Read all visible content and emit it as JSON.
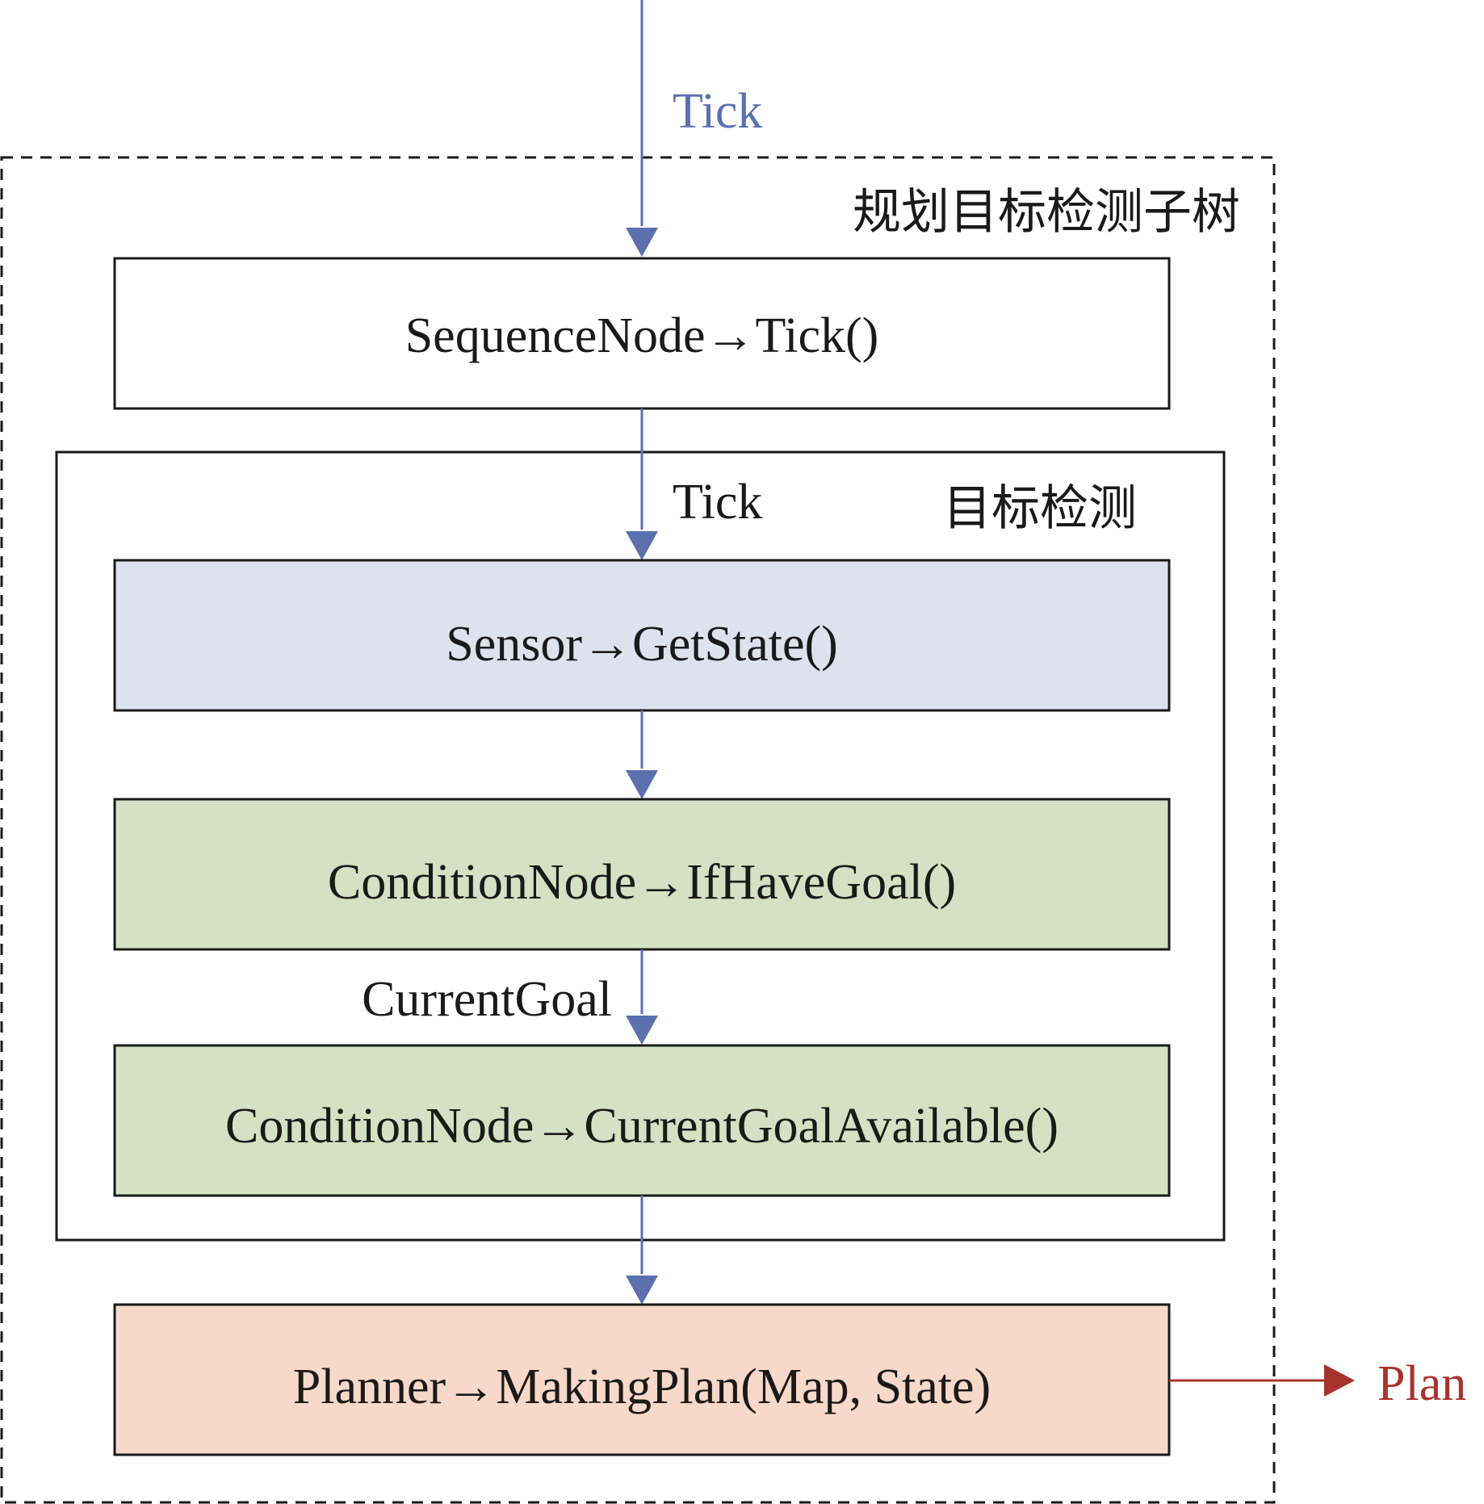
{
  "colors": {
    "flow_arrow": "#5b70ae",
    "output_arrow": "#a8322d",
    "box_border": "#1a1a1a",
    "sensor_fill": "#dce3ed",
    "condition_fill": "#d4e2c3",
    "planner_fill": "#f8d8c8",
    "sequence_fill": "#ffffff"
  },
  "labels": {
    "tick_in": "Tick",
    "tick_inner": "Tick",
    "current_goal": "CurrentGoal",
    "plan_out": "Plan"
  },
  "subtree": {
    "title": "规划目标检测子树"
  },
  "detection_group": {
    "title": "目标检测"
  },
  "nodes": {
    "sequence": "SequenceNode→Tick()",
    "sensor": "Sensor→GetState()",
    "if_have_goal": "ConditionNode→IfHaveGoal()",
    "goal_available": "ConditionNode→CurrentGoalAvailable()",
    "planner": "Planner→MakingPlan(Map, State)"
  }
}
